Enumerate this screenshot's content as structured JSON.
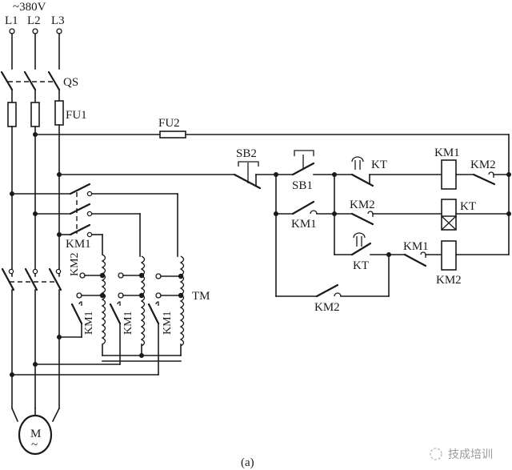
{
  "diagram": {
    "type": "electrical-schematic",
    "description": "Autotransformer reduced-voltage starting circuit",
    "supply": {
      "voltage": "~380V",
      "phases": [
        "L1",
        "L2",
        "L3"
      ]
    },
    "power_circuit": {
      "main_switch": "QS",
      "main_fuse": "FU1",
      "contactor_full_voltage": "KM2",
      "contactor_autotransformer": "KM1",
      "autotransformer": "TM",
      "motor_symbol": "M",
      "motor_ac": "~"
    },
    "control_circuit": {
      "control_fuse": "FU2",
      "stop_button": "SB2",
      "start_button": "SB1",
      "contacts": {
        "hold_km1": "KM1",
        "kt_nc": "KT",
        "km2_nc_row2": "KM2",
        "kt_no": "KT",
        "km1_nc_row3": "KM1",
        "km2_hold": "KM2",
        "km2_nc_row1": "KM2"
      },
      "coils": [
        "KM1",
        "KT",
        "KM2"
      ]
    },
    "caption": "(a)",
    "watermark": "技成培训"
  }
}
